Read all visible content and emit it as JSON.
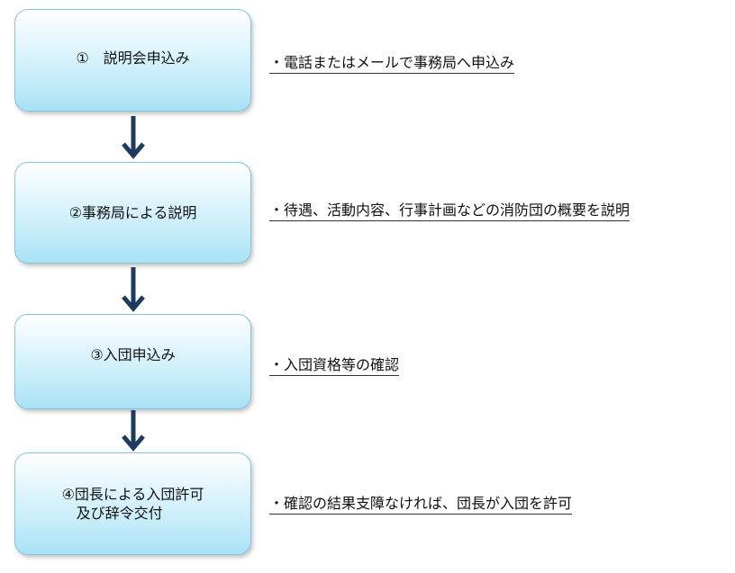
{
  "steps": [
    {
      "label_lines": [
        "①　説明会申込み"
      ],
      "note": "・電話またはメールで事務局へ申込み"
    },
    {
      "label_lines": [
        "②事務局による説明"
      ],
      "note": "・待遇、活動内容、行事計画などの消防団の概要を説明"
    },
    {
      "label_lines": [
        "③入団申込み"
      ],
      "note": "・入団資格等の確認"
    },
    {
      "label_lines": [
        "④団長による入団許可",
        "　及び辞令交付"
      ],
      "note": "・確認の結果支障なければ、団長が入団を許可"
    }
  ],
  "colors": {
    "box_border": "#86c3dc",
    "box_fill_top": "#ffffff",
    "box_fill_bottom": "#a8e2f5",
    "arrow": "#1f3a5f",
    "underline": "#333333"
  }
}
